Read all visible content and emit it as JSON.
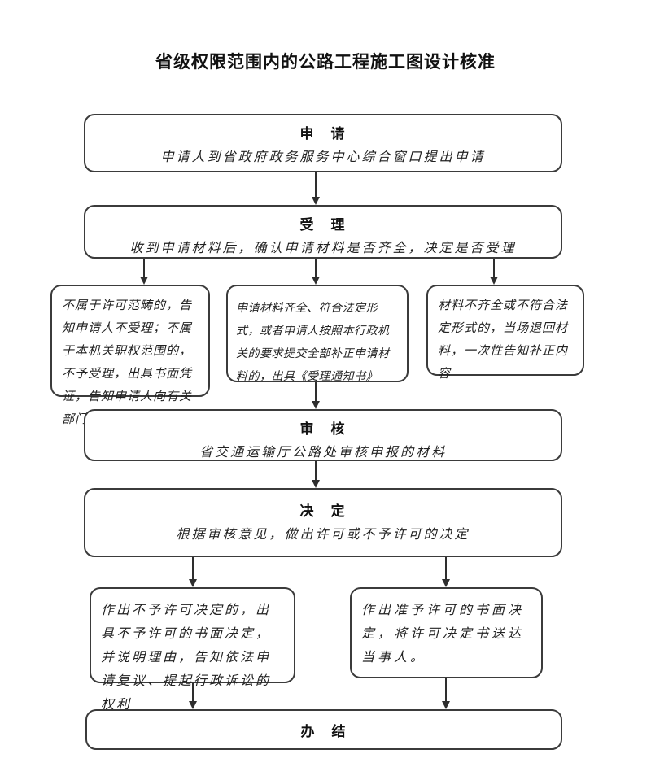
{
  "page": {
    "title": "省级权限范围内的公路工程施工图设计核准",
    "colors": {
      "ink": "#1c1c1c",
      "box_border": "#3b3b3b",
      "background": "#ffffff"
    }
  },
  "flow": {
    "apply": {
      "heading": "申　请",
      "body": "申请人到省政府政务服务中心综合窗口提出申请"
    },
    "accept": {
      "heading": "受　理",
      "body": "收到申请材料后，确认申请材料是否齐全，决定是否受理"
    },
    "branch_reject": {
      "body": "不属于许可范畴的，告知申请人不受理；不属于本机关职权范围的，不予受理，出具书面凭证，告知申请人向有关部门申请"
    },
    "branch_accept": {
      "body": "申请材料齐全、符合法定形式，或者申请人按照本行政机关的要求提交全部补正申请材料的，出具《受理通知书》"
    },
    "branch_incomplete": {
      "body": "材料不齐全或不符合法定形式的，当场退回材料，一次性告知补正内容"
    },
    "review": {
      "heading": "审　核",
      "body": "省交通运输厅公路处审核申报的材料"
    },
    "decide": {
      "heading": "决　定",
      "body": "根据审核意见，做出许可或不予许可的决定"
    },
    "deny": {
      "body": "作出不予许可决定的，出具不予许可的书面决定，并说明理由，告知依法申请复议、提起行政诉讼的权利"
    },
    "grant": {
      "body": "作出准予许可的书面决定，将许可决定书送达当事人。"
    },
    "complete": {
      "heading": "办　结"
    }
  }
}
